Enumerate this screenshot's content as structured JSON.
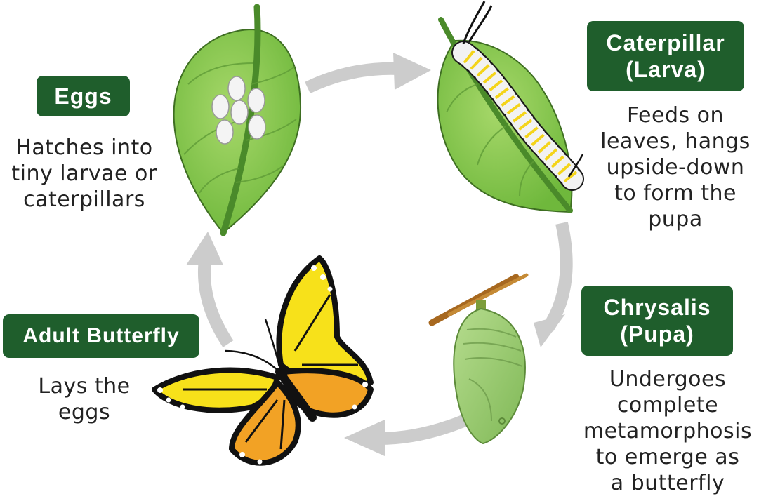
{
  "stages": {
    "eggs": {
      "label": "Eggs",
      "description": "Hatches into\ntiny larvae or\ncaterpillars"
    },
    "caterpillar": {
      "label": "Caterpillar\n(Larva)",
      "description": "Feeds on\nleaves, hangs\nupside-down\nto form the\npupa"
    },
    "chrysalis": {
      "label": "Chrysalis\n(Pupa)",
      "description": "Undergoes\ncomplete\nmetamorphosis\nto emerge as\na butterfly"
    },
    "adult": {
      "label": "Adult Butterfly",
      "description": "Lays the\neggs"
    }
  },
  "colors": {
    "label_bg": "#1f5e2c",
    "label_text": "#ffffff",
    "leaf": "#8dc84f",
    "arrow": "#c8c8c8",
    "butterfly_yellow": "#f7e11a",
    "butterfly_orange": "#f2a225"
  },
  "icons": [
    "leaf-with-eggs-icon",
    "caterpillar-on-leaf-icon",
    "chrysalis-icon",
    "butterfly-icon",
    "cycle-arrow-icon"
  ]
}
